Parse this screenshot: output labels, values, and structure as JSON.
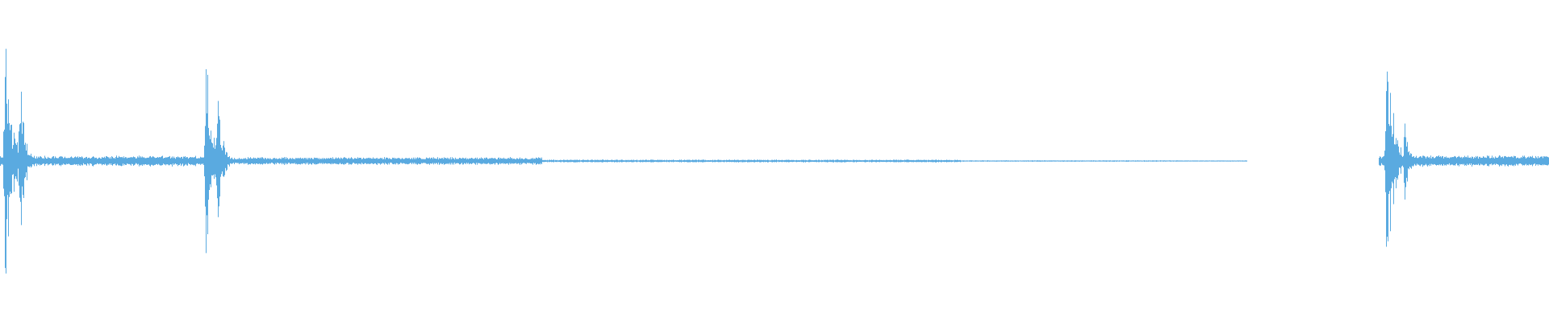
{
  "waveform": {
    "color": "#5aaae0",
    "background": "#ffffff",
    "transients": [
      {
        "position": 0.003,
        "peak": 0.78,
        "decay": 0.012
      },
      {
        "position": 0.013,
        "peak": 0.52,
        "decay": 0.008
      },
      {
        "position": 0.133,
        "peak": 0.63,
        "decay": 0.01
      },
      {
        "position": 0.14,
        "peak": 0.52,
        "decay": 0.008
      },
      {
        "position": 0.895,
        "peak": 0.85,
        "decay": 0.012
      },
      {
        "position": 0.907,
        "peak": 0.28,
        "decay": 0.006
      }
    ],
    "noise_segments": [
      {
        "start": 0.0,
        "end": 0.13,
        "level": 0.03
      },
      {
        "start": 0.13,
        "end": 0.35,
        "level": 0.022
      },
      {
        "start": 0.35,
        "end": 0.62,
        "level": 0.008
      },
      {
        "start": 0.62,
        "end": 0.76,
        "level": 0.004
      },
      {
        "start": 0.76,
        "end": 0.805,
        "level": 0.002
      },
      {
        "start": 0.89,
        "end": 1.0,
        "level": 0.032
      }
    ],
    "silent_region": [
      0.805,
      0.89
    ]
  }
}
